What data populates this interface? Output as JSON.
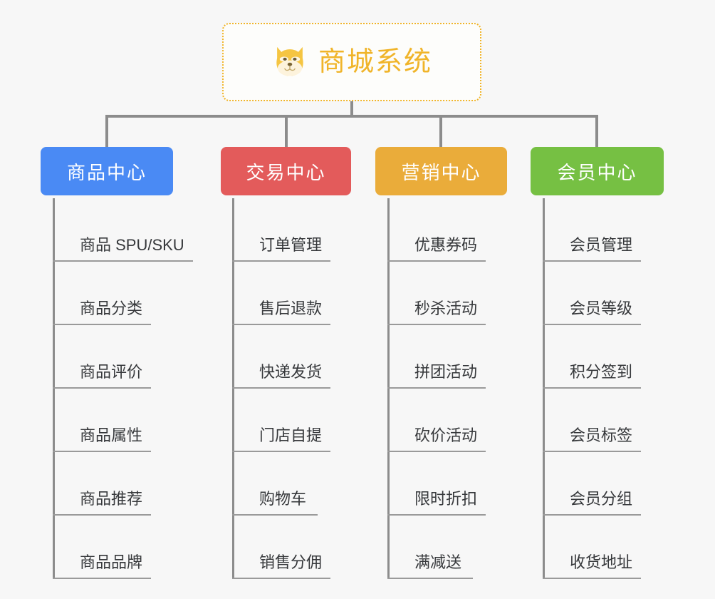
{
  "diagram": {
    "type": "mindmap",
    "background_color": "#f7f7f7",
    "connector_color": "#8c8c8c",
    "root": {
      "label": "商城系统",
      "icon": "shiba-dog-icon",
      "text_color": "#f0b429",
      "border_color": "#f0b429",
      "background_color": "#fdfdfb"
    },
    "branches": [
      {
        "label": "商品中心",
        "color": "#4a8af4",
        "items": [
          "商品 SPU/SKU",
          "商品分类",
          "商品评价",
          "商品属性",
          "商品推荐",
          "商品品牌"
        ]
      },
      {
        "label": "交易中心",
        "color": "#e35b5b",
        "items": [
          "订单管理",
          "售后退款",
          "快递发货",
          "门店自提",
          "购物车",
          "销售分佣"
        ]
      },
      {
        "label": "营销中心",
        "color": "#eaac3a",
        "items": [
          "优惠券码",
          "秒杀活动",
          "拼团活动",
          "砍价活动",
          "限时折扣",
          "满减送"
        ]
      },
      {
        "label": "会员中心",
        "color": "#76c043",
        "items": [
          "会员管理",
          "会员等级",
          "积分签到",
          "会员标签",
          "会员分组",
          "收货地址"
        ]
      }
    ]
  }
}
